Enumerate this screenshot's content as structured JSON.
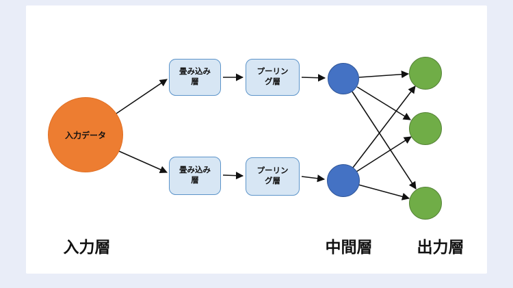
{
  "canvas": {
    "background_color": "#e9edf8",
    "card_color": "#ffffff"
  },
  "colors": {
    "input_node": "#ED7D31",
    "process_box_fill": "#d7e6f4",
    "process_box_border": "#5b93c9",
    "hidden_node": "#4472C4",
    "output_node": "#70AD47",
    "arrow": "#111111"
  },
  "nodes": {
    "input": {
      "label": "入力データ"
    },
    "conv_top": {
      "label": "畳み込み\n層"
    },
    "pool_top": {
      "label": "プーリン\nグ層"
    },
    "conv_bottom": {
      "label": "畳み込み\n層"
    },
    "pool_bottom": {
      "label": "プーリン\nグ層"
    }
  },
  "layer_labels": {
    "input": "入力層",
    "hidden": "中間層",
    "output": "出力層"
  }
}
